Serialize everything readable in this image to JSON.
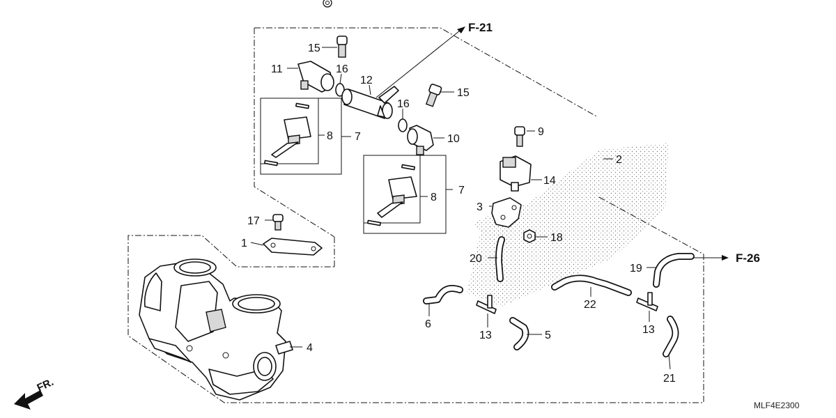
{
  "diagram": {
    "code": "MLF4E2300",
    "front_marker": "FR.",
    "references": {
      "f21": "F-21",
      "f26": "F-26"
    },
    "callouts": {
      "c1": "1",
      "c2": "2",
      "c3": "3",
      "c4": "4",
      "c5": "5",
      "c6": "6",
      "c7a": "7",
      "c7b": "7",
      "c8a": "8",
      "c8b": "8",
      "c9": "9",
      "c10": "10",
      "c11": "11",
      "c12": "12",
      "c13a": "13",
      "c13b": "13",
      "c14": "14",
      "c15a": "15",
      "c15b": "15",
      "c16a": "16",
      "c16b": "16",
      "c17": "17",
      "c18": "18",
      "c19": "19",
      "c20": "20",
      "c21": "21",
      "c22": "22"
    }
  }
}
